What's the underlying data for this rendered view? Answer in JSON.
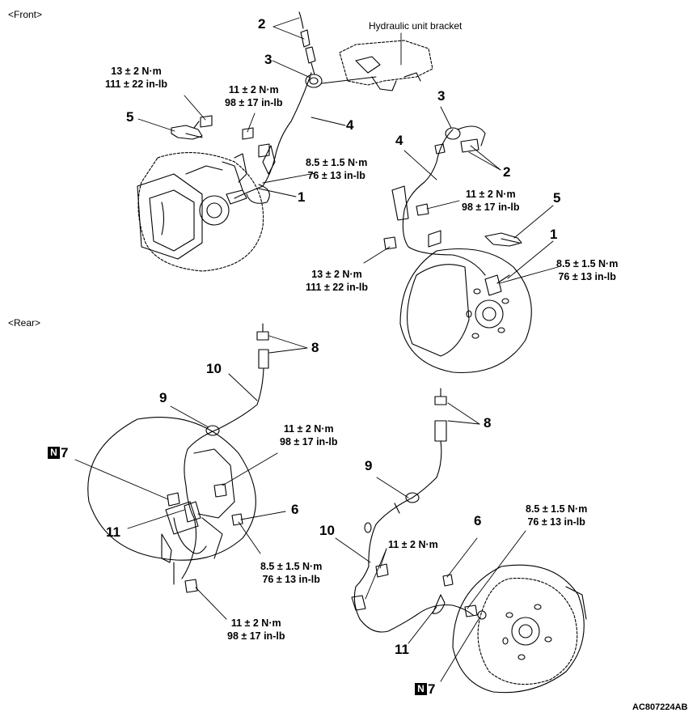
{
  "sections": {
    "front": "<Front>",
    "rear": "<Rear>"
  },
  "bracket_label": "Hydraulic unit bracket",
  "figure_code": "AC807224AB",
  "torques": {
    "nut_13": [
      "13 ± 2 N·m",
      "111 ± 22 in-lb"
    ],
    "bolt_11": [
      "11 ± 2 N·m",
      "98 ± 17 in-lb"
    ],
    "bolt_8_5": [
      "8.5 ± 1.5 N·m",
      "76 ± 13 in-lb"
    ],
    "bolt_11_short": "11 ± 2 N·m"
  },
  "callouts": {
    "c1": "1",
    "c2": "2",
    "c3": "3",
    "c4": "4",
    "c5": "5",
    "c6": "6",
    "c7": "7",
    "c8": "8",
    "c9": "9",
    "c10": "10",
    "c11": "11",
    "n_mark": "N"
  }
}
